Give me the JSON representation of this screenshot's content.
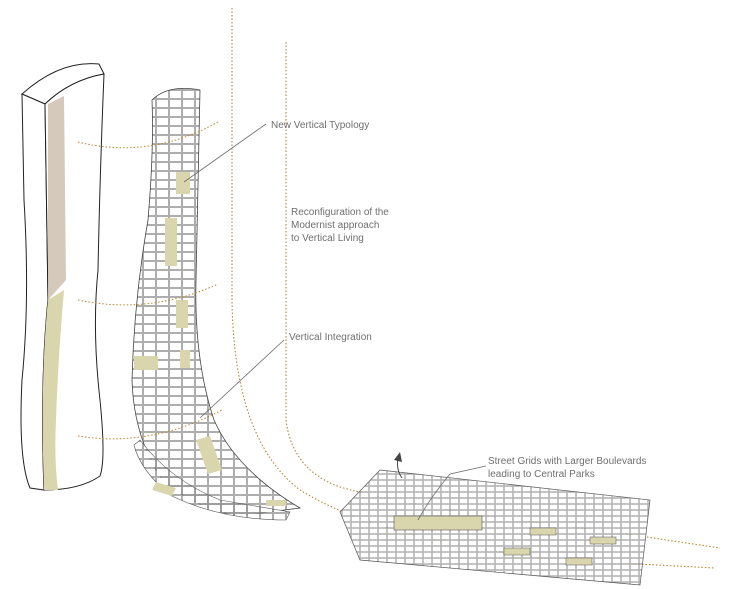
{
  "annotations": {
    "new_vertical_typology": "New Vertical Typology",
    "reconfiguration": {
      "line1": "Reconfiguration of the",
      "line2": "Modernist approach",
      "line3": "to Vertical Living"
    },
    "vertical_integration": "Vertical Integration",
    "street_grids": {
      "line1": "Street Grids with Larger Boulevards",
      "line2": "leading to Central Parks"
    }
  },
  "colors": {
    "park_fill": "#d9d6ad",
    "grid_stroke": "#555555",
    "axis_line": "#b8862e",
    "leader_line": "#6b6b6b",
    "tower_core": "#cfc3b3"
  }
}
